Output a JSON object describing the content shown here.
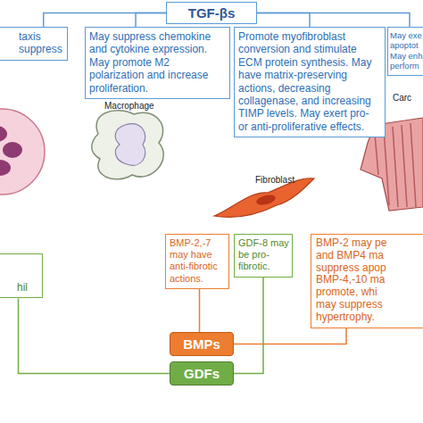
{
  "diagram": {
    "nodes": [
      {
        "text": [
          "TGF-βs"
        ]
      },
      {
        "text": [
          "taxis suppress"
        ]
      },
      {
        "text": [
          "May suppress chemokine and cytokine expression. May promote M2 polarization and increase proliferation."
        ]
      },
      {
        "text": [
          "Promote myofibroblast conversion and stimulate ECM protein synthesis. May have matrix-preserving actions, decreasing collagenase, and increasing TIMP levels. May exert pro- or anti-proliferative effects."
        ]
      },
      {
        "text": [
          "May exe apoptot May enh perform"
        ]
      },
      {
        "text": [
          "hil"
        ]
      },
      {
        "text": [
          "BMP-2,-7 may have anti-fibrotic actions."
        ]
      },
      {
        "text": [
          "GDF-8 may be pro-fibrotic."
        ]
      },
      {
        "text": [
          "BMP-2 may pe and BMP4 ma suppress apop BMP-4,-10 ma promote, whi may suppress hypertrophy."
        ]
      },
      {
        "text": [
          "BMPs"
        ]
      },
      {
        "text": [
          "GDFs"
        ]
      }
    ],
    "edges": [
      {
        "from": 0,
        "to": 1,
        "arrow": "none"
      },
      {
        "from": 0,
        "to": 2,
        "arrow": "none"
      },
      {
        "from": 0,
        "to": 3,
        "arrow": "none"
      },
      {
        "from": 0,
        "to": 4,
        "arrow": "none"
      },
      {
        "from": 9,
        "to": 6,
        "arrow": "none"
      },
      {
        "from": 9,
        "to": 8,
        "arrow": "none"
      },
      {
        "from": 10,
        "to": 7,
        "arrow": "none"
      },
      {
        "from": 10,
        "to": 5,
        "arrow": "none"
      }
    ],
    "labels": [
      "Macrophage",
      "Fibroblast",
      "Carc"
    ]
  }
}
